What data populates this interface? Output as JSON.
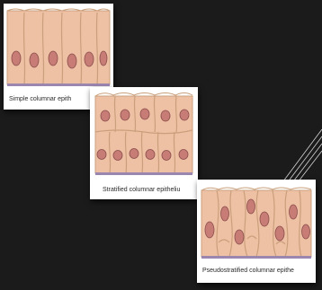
{
  "panels": {
    "simple": {
      "caption": "Simple columnar epith"
    },
    "stratified": {
      "caption": "Stratified columnar epitheliu"
    },
    "pseudo": {
      "caption": "Pseudostratified columnar epithe"
    }
  },
  "colors": {
    "background": "#1b1b1b",
    "cell_fill": "#f7c9ad",
    "cell_border": "#caa07c",
    "nucleus_fill": "#c77c76",
    "nucleus_border": "#8b4e4c",
    "basement_membrane": "#9b86b0"
  }
}
